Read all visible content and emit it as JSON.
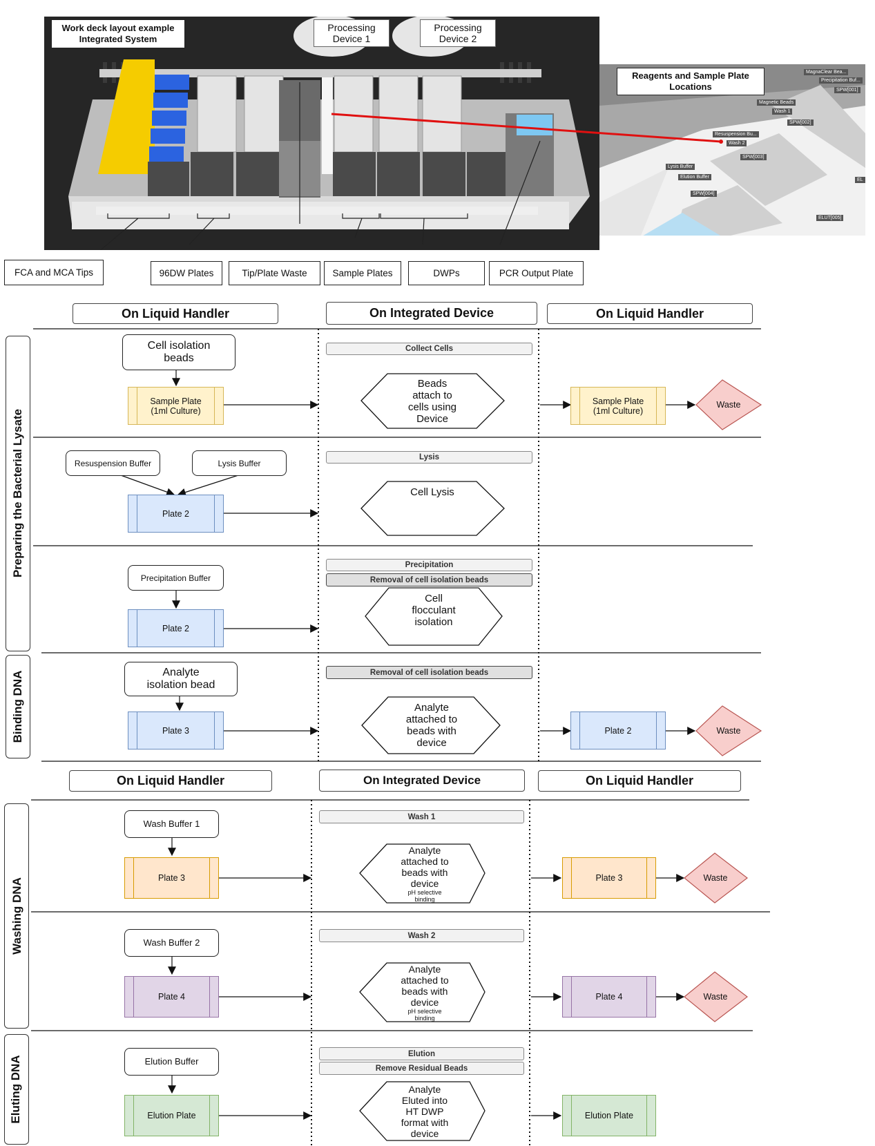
{
  "deck": {
    "title_line1": "Work deck layout example",
    "title_line2": "Integrated System",
    "processing_device_1_line1": "Processing",
    "processing_device_1_line2": "Device 1",
    "processing_device_2_line1": "Processing",
    "processing_device_2_line1b": "Processing",
    "processing_device_2_line2": "Device 2",
    "reagents_line1": "Reagents and Sample Plate",
    "reagents_line2": "Locations",
    "zoom_tags": [
      "MagnaClear Bea...",
      "Precipitation Buf...",
      "SPW[001]",
      "Magnetic Beads",
      "Wash 1",
      "SPW[002]",
      "Resuspension Bu...",
      "Wash 2",
      "SPW[003]",
      "Lysis Buffer",
      "Elution Buffer",
      "SPW[004]",
      "ELUT[005]",
      "EL"
    ],
    "labels": {
      "fca": "FCA and MCA Tips",
      "dw96": "96DW Plates",
      "waste": "Tip/Plate Waste",
      "sample": "Sample Plates",
      "dwps": "DWPs",
      "pcr": "PCR Output Plate"
    },
    "colors": {
      "tips": "#f5cc00",
      "blue_tips": "#2b63e0",
      "pcr_plate": "#7ec8f2",
      "pointer": "#e01010"
    }
  },
  "flow1": {
    "headers": [
      "On Liquid Handler",
      "On Integrated Device",
      "On Liquid Handler"
    ],
    "side_labels": [
      "Preparing the Bacterial Lysate",
      "Binding DNA"
    ],
    "rows": [
      {
        "reagent_line1": "Cell isolation",
        "reagent_line2": "beads",
        "plate_line1": "Sample Plate",
        "plate_line2": "(1ml Culture)",
        "steps": [
          "Collect Cells"
        ],
        "hex": [
          "Beads",
          "attach to",
          "cells using",
          "Device"
        ],
        "out_plate_line1": "Sample Plate",
        "out_plate_line2": "(1ml Culture)",
        "waste": "Waste"
      },
      {
        "reagent_a": "Resuspension Buffer",
        "reagent_b": "Lysis Buffer",
        "plate": "Plate 2",
        "steps": [
          "Lysis"
        ],
        "hex": [
          "Cell Lysis"
        ]
      },
      {
        "reagent": "Precipitation Buffer",
        "plate": "Plate 2",
        "steps": [
          "Precipitation",
          "Removal of cell isolation beads"
        ],
        "hex": [
          "Cell",
          "flocculant",
          "isolation"
        ]
      },
      {
        "reagent_line1": "Analyte",
        "reagent_line2": "isolation bead",
        "plate": "Plate 3",
        "steps": [
          "Removal of cell isolation beads"
        ],
        "hex": [
          "Analyte",
          "attached to",
          "beads with",
          "device"
        ],
        "out_plate": "Plate 2",
        "waste": "Waste"
      }
    ]
  },
  "flow2": {
    "headers": [
      "On Liquid Handler",
      "On Integrated Device",
      "On Liquid Handler"
    ],
    "side_labels": [
      "Washing DNA",
      "Eluting DNA"
    ],
    "rows": [
      {
        "reagent": "Wash Buffer 1",
        "plate": "Plate 3",
        "steps": [
          "Wash 1"
        ],
        "hex": [
          "Analyte",
          "attached to",
          "beads with",
          "device"
        ],
        "hex_small": [
          "pH selective",
          "binding"
        ],
        "out_plate": "Plate 3",
        "waste": "Waste"
      },
      {
        "reagent": "Wash Buffer 2",
        "plate": "Plate 4",
        "steps": [
          "Wash 2"
        ],
        "hex": [
          "Analyte",
          "attached to",
          "beads with",
          "device"
        ],
        "hex_small": [
          "pH selective",
          "binding"
        ],
        "out_plate": "Plate 4",
        "waste": "Waste"
      },
      {
        "reagent": "Elution Buffer",
        "plate": "Elution Plate",
        "steps": [
          "Elution",
          "Remove Residual Beads"
        ],
        "hex": [
          "Analyte",
          "Eluted into",
          "HT DWP",
          "format with",
          "device"
        ],
        "out_plate": "Elution Plate"
      }
    ]
  },
  "colors": {
    "yellow_fill": "#fff2cc",
    "yellow_border": "#d6b656",
    "blue_fill": "#dae8fc",
    "blue_border": "#6c8ebf",
    "orange_fill": "#ffe6cc",
    "orange_border": "#d79b00",
    "purple_fill": "#e1d5e7",
    "purple_border": "#9673a6",
    "green_fill": "#d5e8d4",
    "green_border": "#82b366",
    "waste_fill": "#f8cecc",
    "waste_border": "#b85450"
  }
}
